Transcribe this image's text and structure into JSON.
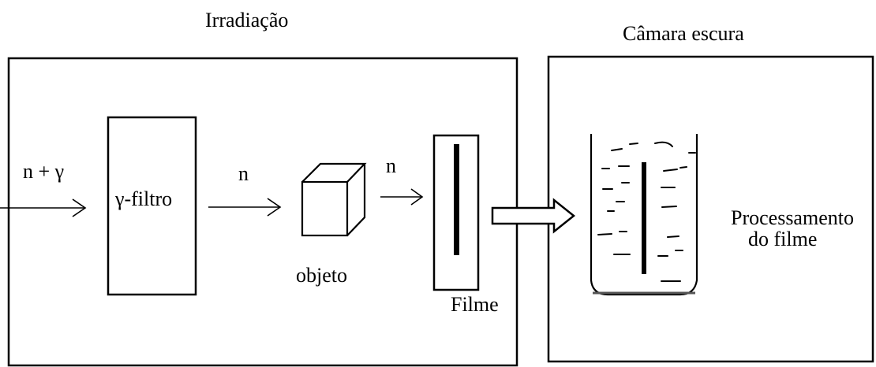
{
  "irradiation": {
    "title": "Irradiação",
    "input_label": "n + γ",
    "filter_label": "γ-filtro",
    "beam_after_filter_label": "n",
    "object_label": "objeto",
    "beam_after_object_label": "n",
    "film_label": "Filme"
  },
  "darkroom": {
    "title": "Câmara escura",
    "processing_label_line1": "Processamento",
    "processing_label_line2": "do filme"
  }
}
